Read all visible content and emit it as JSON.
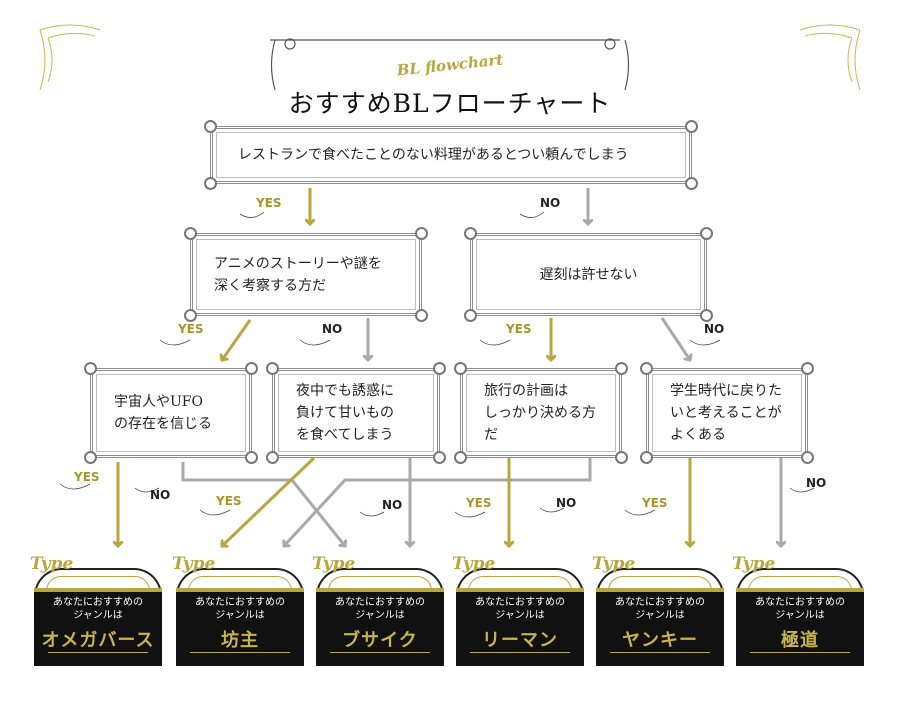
{
  "header": {
    "subtitle": "BL flowchart",
    "title": "おすすめBLフローチャート"
  },
  "questions": {
    "q1": "レストランで食べたことのない料理があるとつい頼んでしまう",
    "q2": "アニメのストーリーや謎を\n深く考察する方だ",
    "q3": "遅刻は許せない",
    "q4": "宇宙人やUFO\nの存在を信じる",
    "q5": "夜中でも誘惑に\n負けて甘いもの\nを食べてしまう",
    "q6": "旅行の計画は\nしっかり決める方だ",
    "q7": "学生時代に戻りた\nいと考えることが\nよくある"
  },
  "labels": {
    "yes": "YES",
    "no": "NO"
  },
  "results": {
    "type_label": "Type",
    "lead": "あなたにおすすめの\nジャンルは",
    "items": [
      "オメガバース",
      "坊主",
      "ブサイク",
      "リーマン",
      "ヤンキー",
      "極道"
    ]
  },
  "colors": {
    "gold": "#b8a640",
    "gray_arrow": "#a9a9a9",
    "result_bg": "#111111"
  }
}
